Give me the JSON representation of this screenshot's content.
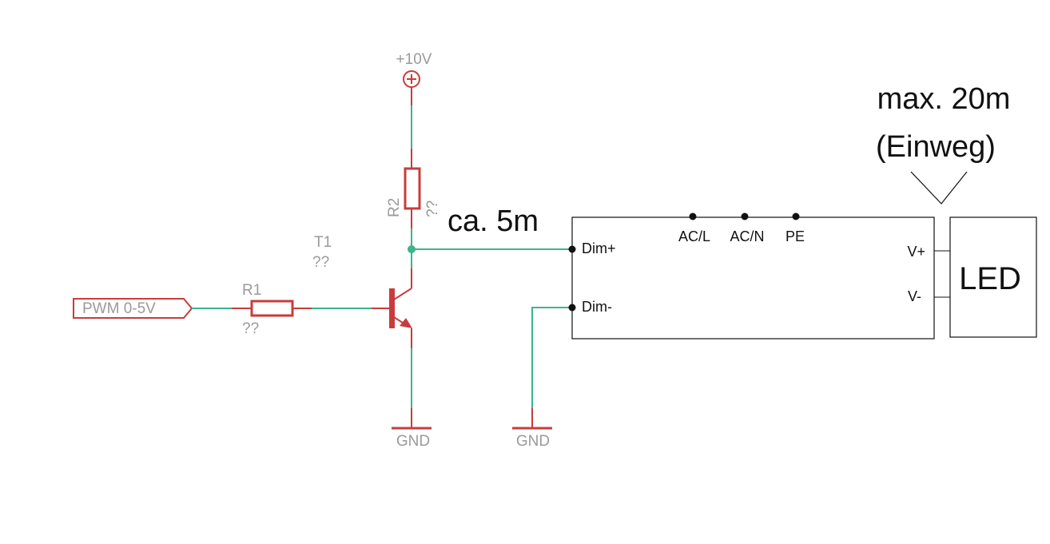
{
  "colors": {
    "wire": "#3cb48c",
    "component": "#c83c3c",
    "component_label": "#9a9a9a",
    "text": "#111111"
  },
  "supply": {
    "label": "+10V",
    "icon": "supply-circle-plus-icon"
  },
  "input_port": {
    "label": "PWM 0-5V"
  },
  "r1": {
    "name": "R1",
    "value": "??"
  },
  "r2": {
    "name": "R2",
    "value": "??"
  },
  "t1": {
    "name": "T1",
    "value": "??"
  },
  "gnd_left": {
    "label": "GND"
  },
  "gnd_right": {
    "label": "GND"
  },
  "cable_short": {
    "label": "ca. 5m"
  },
  "cable_long": {
    "line1": "max. 20m",
    "line2": "(Einweg)"
  },
  "driver": {
    "pins": {
      "dim_plus": "Dim+",
      "dim_minus": "Dim-",
      "ac_l": "AC/L",
      "ac_n": "AC/N",
      "pe": "PE",
      "v_plus": "V+",
      "v_minus": "V-"
    }
  },
  "led": {
    "label": "LED"
  }
}
